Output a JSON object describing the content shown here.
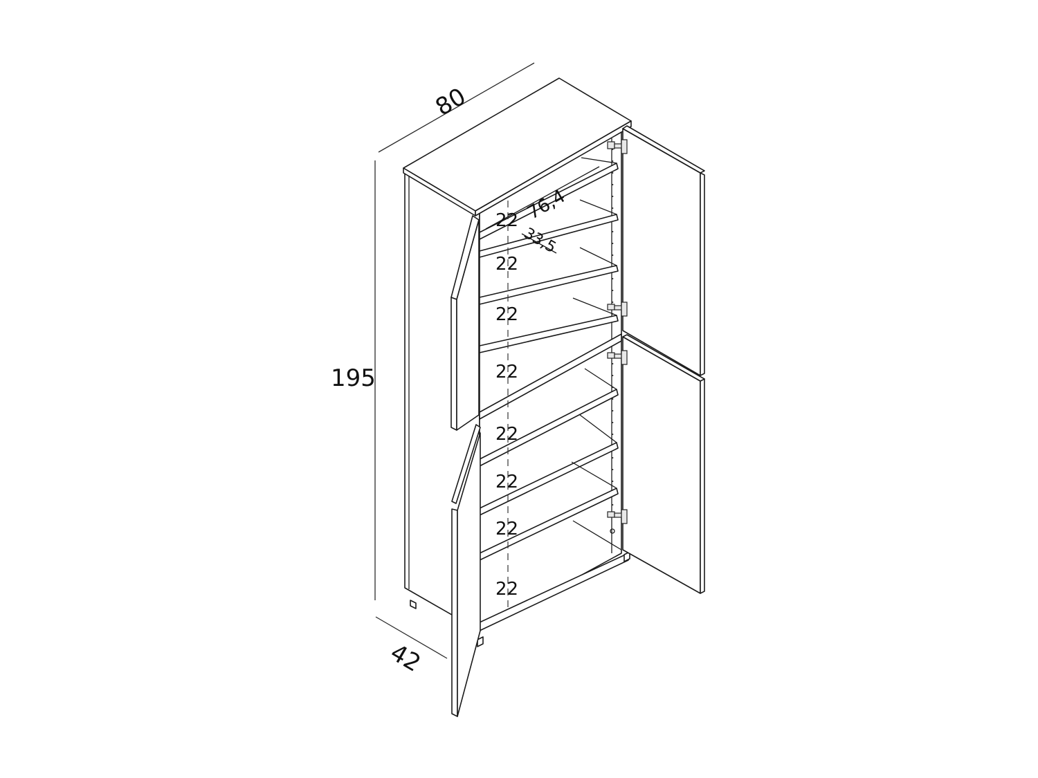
{
  "diagram": {
    "subject": "Tall two-column cabinet with four doors and shelves, isometric line drawing",
    "dimensions": {
      "width": "80",
      "height": "195",
      "depth": "42",
      "shelf_width": "76,4",
      "shelf_depth": "33,5"
    },
    "shelf_spacings": [
      "22",
      "22",
      "22",
      "22",
      "22",
      "22",
      "22",
      "22"
    ],
    "colors": {
      "line": "#1a1a1a",
      "background": "#ffffff"
    }
  }
}
